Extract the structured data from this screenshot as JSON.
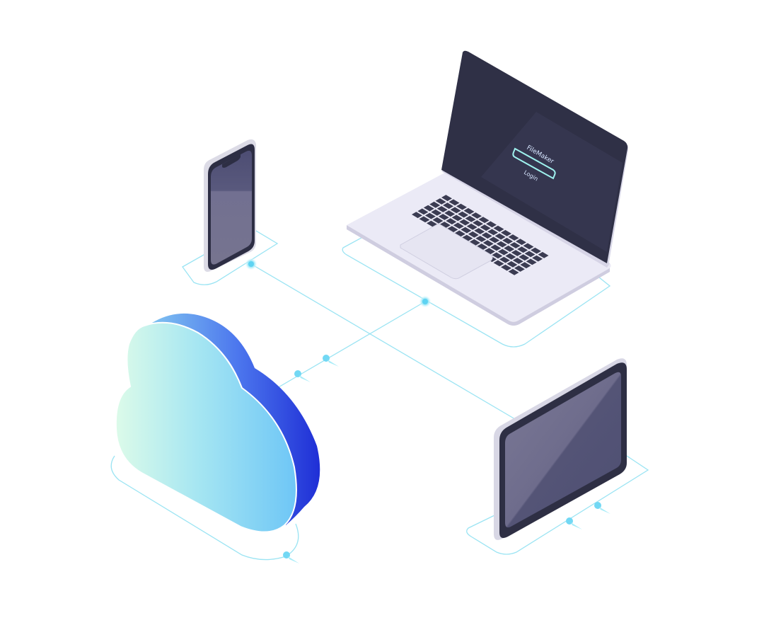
{
  "laptop_screen": {
    "app_name": "FileMaker",
    "login_label": "Login"
  },
  "colors": {
    "connector": "#8fe0f2",
    "node": "#69d6f2",
    "device_body": "#e4e3ee",
    "screen_dark": "#2e2f45",
    "screen_panel": "#56567a",
    "cloud_light": "#d9fbea",
    "cloud_mid": "#86cff5",
    "cloud_dark": "#2a3fd8",
    "keycap": "#3b3c52"
  },
  "devices": [
    "phone",
    "laptop",
    "tablet",
    "cloud"
  ]
}
